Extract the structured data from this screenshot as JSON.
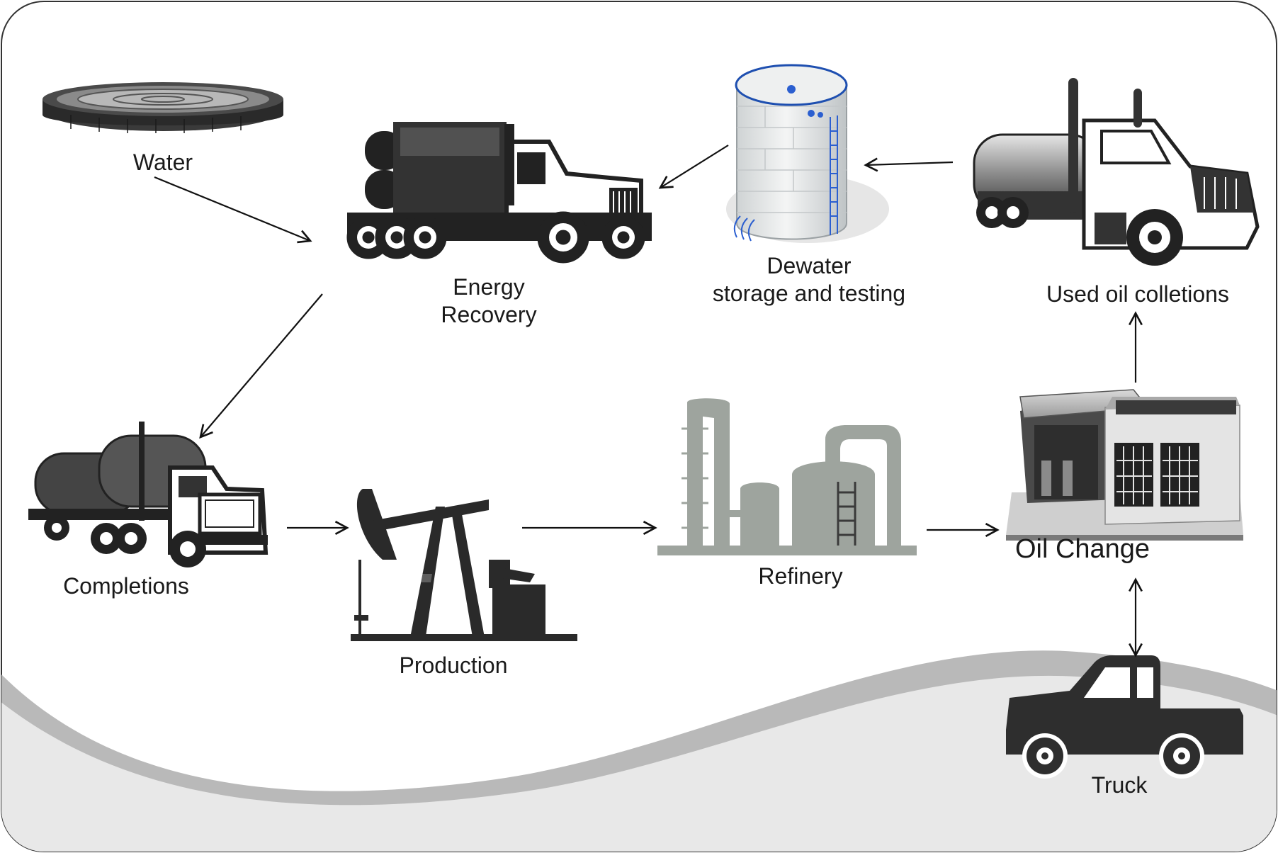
{
  "nodes": {
    "water": {
      "label": "Water"
    },
    "energy_recovery": {
      "label_line1": "Energy",
      "label_line2": "Recovery"
    },
    "dewater": {
      "label_line1": "Dewater",
      "label_line2": "storage and testing"
    },
    "used_oil": {
      "label": "Used oil colletions"
    },
    "completions": {
      "label": "Completions"
    },
    "production": {
      "label": "Production"
    },
    "refinery": {
      "label": "Refinery"
    },
    "oil_change": {
      "label": "Oil Change"
    },
    "truck": {
      "label": "Truck"
    }
  },
  "edges": [
    {
      "from": "Water",
      "to": "Energy Recovery"
    },
    {
      "from": "Dewater storage and testing",
      "to": "Energy Recovery"
    },
    {
      "from": "Used oil colletions",
      "to": "Dewater storage and testing"
    },
    {
      "from": "Energy Recovery",
      "to": "Completions"
    },
    {
      "from": "Completions",
      "to": "Production"
    },
    {
      "from": "Production",
      "to": "Refinery"
    },
    {
      "from": "Refinery",
      "to": "Oil Change"
    },
    {
      "from": "Oil Change",
      "to": "Used oil colletions"
    },
    {
      "from": "Oil Change",
      "to": "Truck",
      "bidirectional": true
    }
  ],
  "colors": {
    "dark_icon": "#222222",
    "medium_icon": "#555555",
    "refinery": "#9ea49e",
    "arrow": "#111111",
    "wave_light": "#e9e9e9",
    "wave_dark": "#b8b8b8"
  }
}
